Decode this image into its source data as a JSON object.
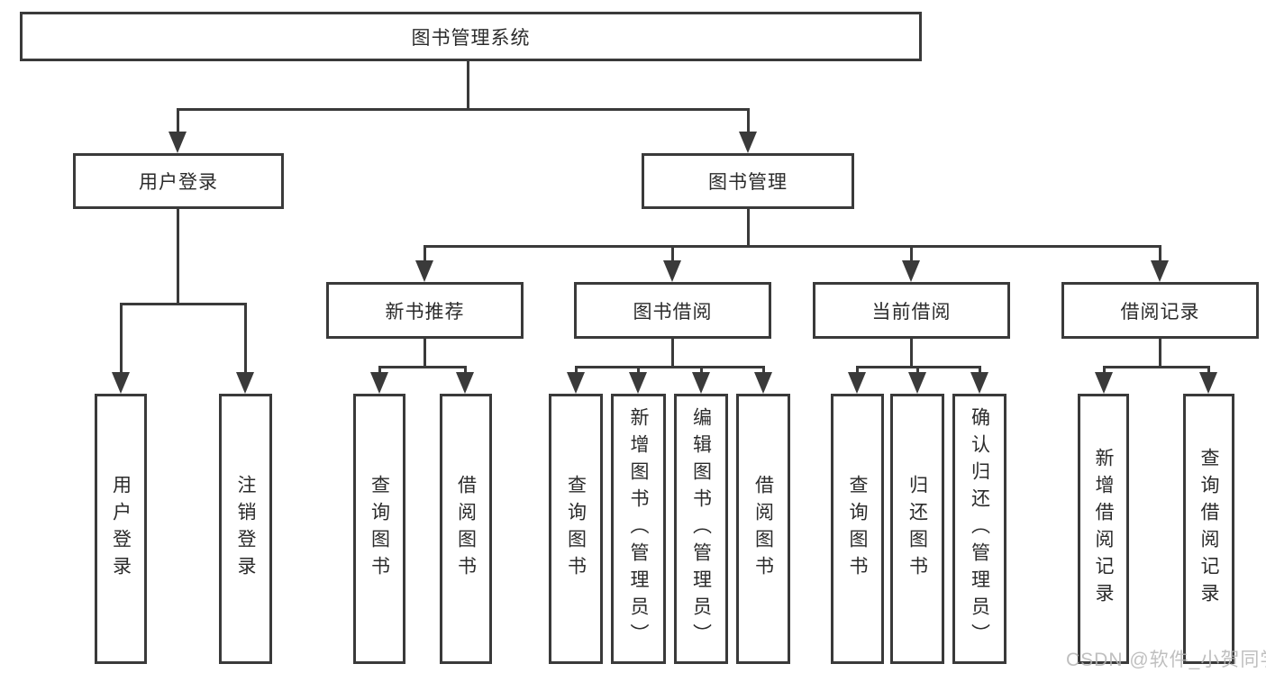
{
  "diagram": {
    "root_label": "图书管理系统",
    "level2": [
      "用户登录",
      "图书管理"
    ],
    "level3": [
      "新书推荐",
      "图书借阅",
      "当前借阅",
      "借阅记录"
    ],
    "leaves": {
      "user_login": [
        "用户登录",
        "注销登录"
      ],
      "new_book": [
        "查询图书",
        "借阅图书"
      ],
      "borrow": [
        "查询图书",
        "新增图书（管理员）",
        "编辑图书（管理员）",
        "借阅图书"
      ],
      "current": [
        "查询图书",
        "归还图书",
        "确认归还（管理员）"
      ],
      "records": [
        "新增借阅记录",
        "查询借阅记录"
      ]
    },
    "watermark": "CSDN @软件_小贺同学",
    "colors": {
      "line": "#3a3a3a",
      "box_border": "#3a3a3a",
      "text": "#2b2b2b",
      "watermark": "#b5b5b5",
      "background": "#ffffff"
    }
  }
}
